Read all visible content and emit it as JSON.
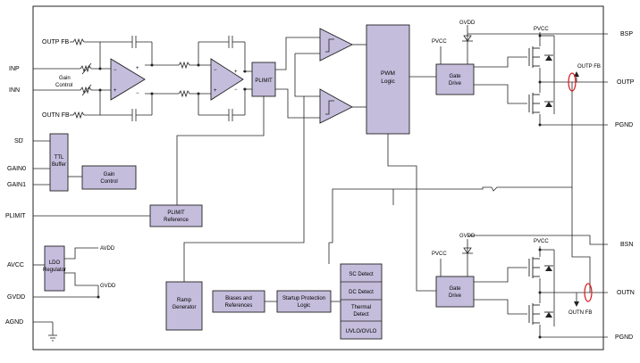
{
  "pins_left": {
    "outp_fb": "OUTP FB",
    "inp": "INP",
    "gain_control_label": "Gain Control",
    "inn": "INN",
    "outn_fb": "OUTN FB",
    "sd": "SD",
    "gain0": "GAIN0",
    "gain1": "GAIN1",
    "plimit": "PLIMIT",
    "avcc": "AVCC",
    "gvdd": "GVDD",
    "agnd": "AGND"
  },
  "pins_right": {
    "bsp": "BSP",
    "outp": "OUTP",
    "pgnd_top": "PGND",
    "bsn": "BSN",
    "outn": "OUTN",
    "pgnd_bottom": "PGND"
  },
  "internal_labels": {
    "avdd": "AVDD",
    "gvdd_ldo": "GVDD",
    "gvdd_top": "GVDD",
    "pvcc_top_gate": "PVCC",
    "pvcc_top_fet": "PVCC",
    "gvdd_bottom": "GVDD",
    "pvcc_bottom_gate": "PVCC",
    "pvcc_bottom_fet": "PVCC",
    "outp_fb_inner": "OUTP FB",
    "outn_fb_inner": "OUTN FB"
  },
  "blocks": {
    "plimit": "PLIMIT",
    "pwm_logic": [
      "PWM",
      "Logic"
    ],
    "gate_drive_top": [
      "Gate",
      "Drive"
    ],
    "gate_drive_bottom": [
      "Gate",
      "Drive"
    ],
    "ttl_buffer": [
      "TTL",
      "Buffer"
    ],
    "gain_control": [
      "Gain",
      "Control"
    ],
    "plimit_reference": [
      "PLIMIT",
      "Reference"
    ],
    "ldo_regulator": [
      "LDO",
      "Regulator"
    ],
    "ramp_generator": [
      "Ramp",
      "Generator"
    ],
    "biases_and_references": [
      "Biases and",
      "References"
    ],
    "startup_protection_logic": [
      "Startup Protection",
      "Logic"
    ],
    "sc_detect": "SC Detect",
    "dc_detect": "DC Detect",
    "thermal_detect": [
      "Thermal",
      "Detect"
    ],
    "uvlo_ovlo": "UVLO/OVLO"
  },
  "colors": {
    "block_fill": "#c5bddc",
    "fb_marker": "#d9161c"
  }
}
